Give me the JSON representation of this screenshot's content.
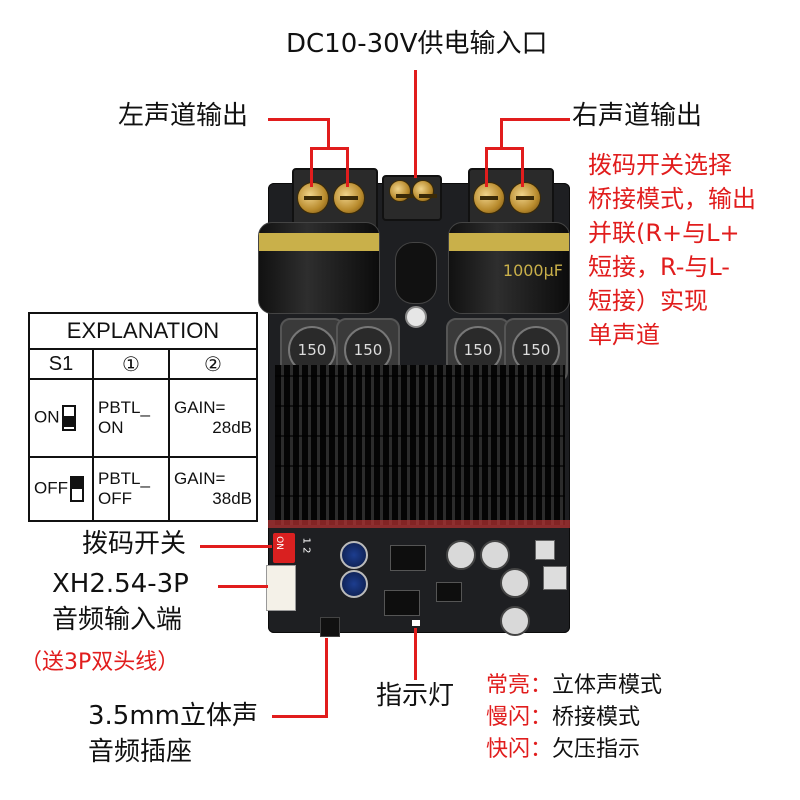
{
  "labels": {
    "power_input": "DC10-30V供电输入口",
    "left_output": "左声道输出",
    "right_output": "右声道输出",
    "bridge_note": [
      "拨码开关选择",
      "桥接模式，输出",
      "并联(R+与L+",
      "短接，R-与L-",
      "短接）实现",
      "单声道"
    ],
    "dip_switch": "拨码开关",
    "xh_connector_1": "XH2.54-3P",
    "xh_connector_2": "音频输入端",
    "cable_note": "（送3P双头线）",
    "jack_1": "3.5mm立体声",
    "jack_2": "音频插座",
    "indicator": "指示灯"
  },
  "legend": [
    {
      "key": "常亮：",
      "value": "立体声模式"
    },
    {
      "key": "慢闪：",
      "value": "桥接模式"
    },
    {
      "key": "快闪：",
      "value": "欠压指示"
    }
  ],
  "explanation_table": {
    "title": "EXPLANATION",
    "headers": [
      "S1",
      "①",
      "②"
    ],
    "rows": [
      {
        "state": "ON",
        "col1": [
          "PBTL_",
          "ON"
        ],
        "col2": [
          "GAIN=",
          "28dB"
        ]
      },
      {
        "state": "OFF",
        "col1": [
          "PBTL_",
          "OFF"
        ],
        "col2": [
          "GAIN=",
          "38dB"
        ]
      }
    ]
  },
  "board": {
    "capacitor_label": "1000μF",
    "inductor_label": "150",
    "dip_label_on": "ON",
    "dip_label_nums": "1 2"
  },
  "colors": {
    "accent": "#e11d1d",
    "board": "#1e1f22"
  }
}
